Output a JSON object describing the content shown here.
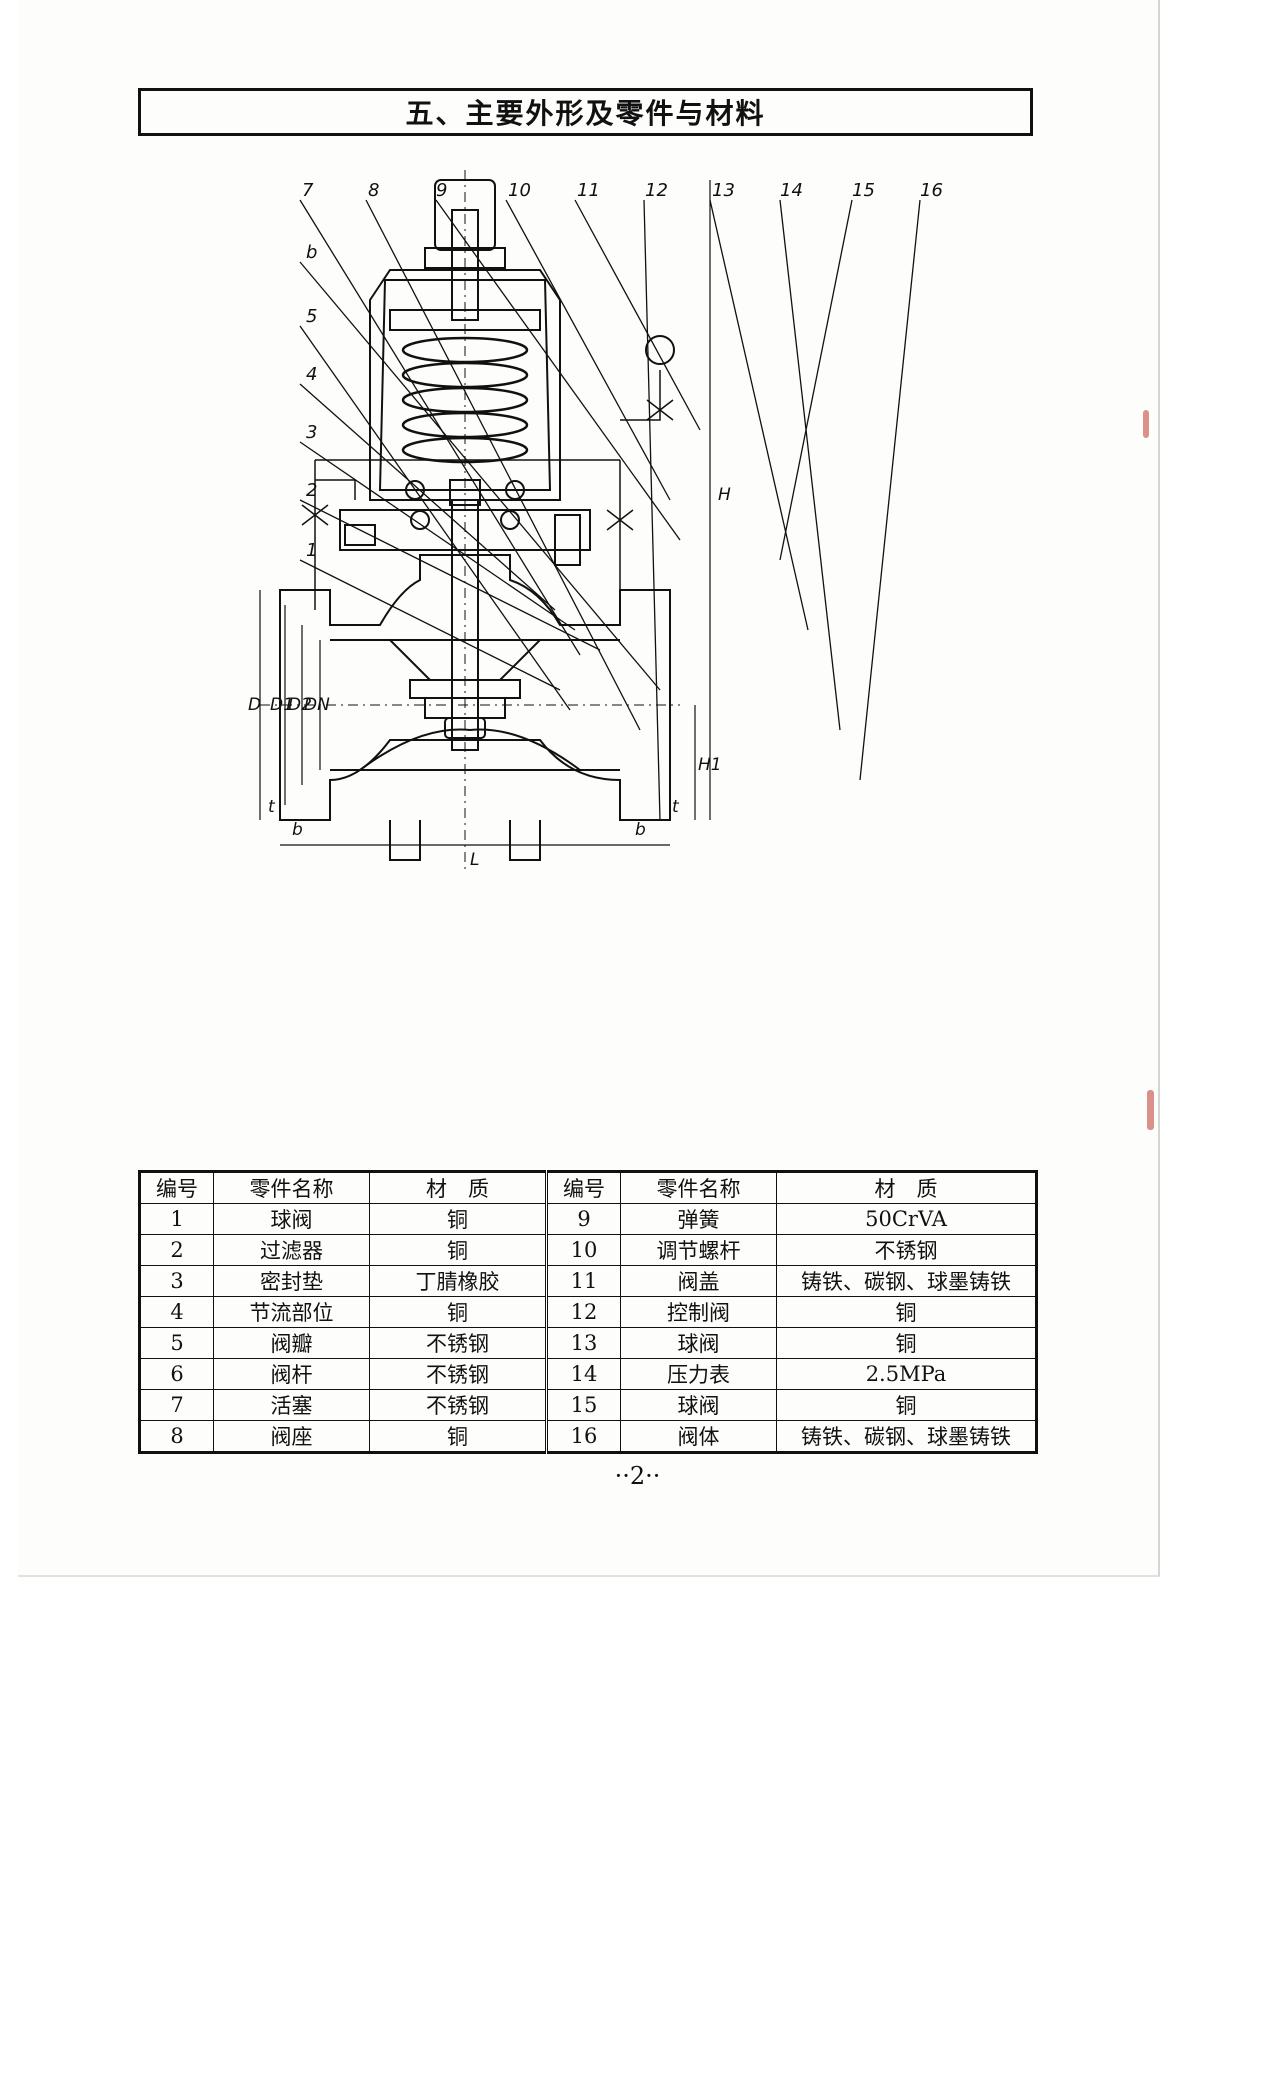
{
  "page": {
    "title": "五、主要外形及零件与材料",
    "page_number": "··2··"
  },
  "callouts": [
    "7",
    "8",
    "9",
    "10",
    "11",
    "12",
    "13",
    "14",
    "15",
    "16",
    "b",
    "5",
    "4",
    "3",
    "2",
    "1"
  ],
  "dimensions": {
    "D": "D",
    "D1": "D1",
    "D2": "D2",
    "DN": "DN",
    "L": "L",
    "H": "H",
    "H1": "H1",
    "b_left": "b",
    "b_right": "b",
    "t_left": "t",
    "t_right": "t"
  },
  "table": {
    "headers": [
      "编号",
      "零件名称",
      "材　质",
      "编号",
      "零件名称",
      "材　质"
    ],
    "rows": [
      {
        "no1": "1",
        "name1": "球阀",
        "mat1": "铜",
        "no2": "9",
        "name2": "弹簧",
        "mat2": "50CrVA"
      },
      {
        "no1": "2",
        "name1": "过滤器",
        "mat1": "铜",
        "no2": "10",
        "name2": "调节螺杆",
        "mat2": "不锈钢"
      },
      {
        "no1": "3",
        "name1": "密封垫",
        "mat1": "丁腈橡胶",
        "no2": "11",
        "name2": "阀盖",
        "mat2": "铸铁、碳钢、球墨铸铁"
      },
      {
        "no1": "4",
        "name1": "节流部位",
        "mat1": "铜",
        "no2": "12",
        "name2": "控制阀",
        "mat2": "铜"
      },
      {
        "no1": "5",
        "name1": "阀瓣",
        "mat1": "不锈钢",
        "no2": "13",
        "name2": "球阀",
        "mat2": "铜"
      },
      {
        "no1": "6",
        "name1": "阀杆",
        "mat1": "不锈钢",
        "no2": "14",
        "name2": "压力表",
        "mat2": "2.5MPa"
      },
      {
        "no1": "7",
        "name1": "活塞",
        "mat1": "不锈钢",
        "no2": "15",
        "name2": "球阀",
        "mat2": "铜"
      },
      {
        "no1": "8",
        "name1": "阀座",
        "mat1": "铜",
        "no2": "16",
        "name2": "阀体",
        "mat2": "铸铁、碳钢、球墨铸铁"
      }
    ]
  }
}
